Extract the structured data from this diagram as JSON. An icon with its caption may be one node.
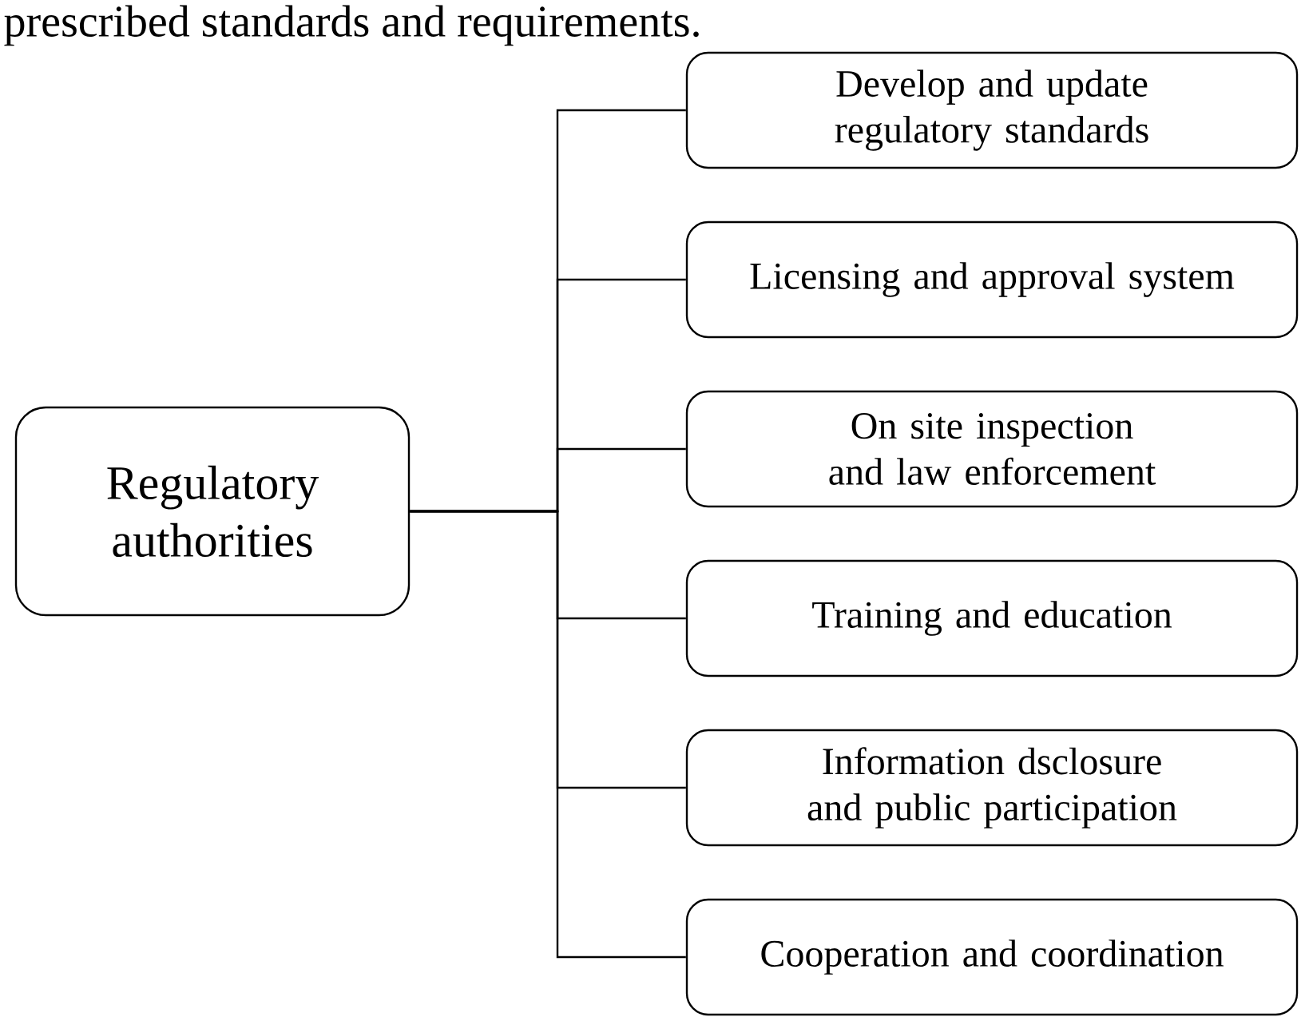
{
  "diagram": {
    "nodes": [
      {
        "text": [
          "Regulatory authorities"
        ]
      },
      {
        "text": [
          "Develop and update regulatory standards"
        ]
      },
      {
        "text": [
          "Licensing and approval system"
        ]
      },
      {
        "text": [
          "On site inspection and law enforcement"
        ]
      },
      {
        "text": [
          "Training and education"
        ]
      },
      {
        "text": [
          "Information dsclosure and public participation"
        ]
      },
      {
        "text": [
          "Cooperation and coordination"
        ]
      }
    ],
    "edges": [
      {
        "from": 0,
        "to": 1,
        "arrow": "none"
      },
      {
        "from": 0,
        "to": 2,
        "arrow": "none"
      },
      {
        "from": 0,
        "to": 3,
        "arrow": "none"
      },
      {
        "from": 0,
        "to": 4,
        "arrow": "none"
      },
      {
        "from": 0,
        "to": 5,
        "arrow": "none"
      },
      {
        "from": 0,
        "to": 6,
        "arrow": "none"
      }
    ],
    "labels": [
      "prescribed standards and requirements."
    ]
  }
}
